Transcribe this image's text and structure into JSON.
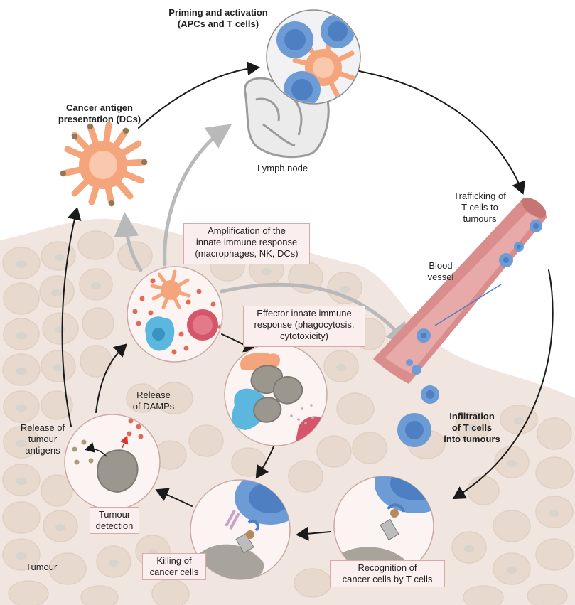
{
  "labels": {
    "priming": [
      "Priming and activation",
      "(APCs and T cells)"
    ],
    "antigen_presentation": [
      "Cancer antigen",
      "presentation (DCs)"
    ],
    "lymph_node": "Lymph node",
    "trafficking": [
      "Trafficking of",
      "T cells to",
      "tumours"
    ],
    "blood_vessel": [
      "Blood",
      "vessel"
    ],
    "amplification": [
      "Amplification of the",
      "innate immune response",
      "(macrophages, NK, DCs)"
    ],
    "effector": [
      "Effector innate immune",
      "response (phagocytosis,",
      "cytotoxicity)"
    ],
    "release_damps": [
      "Release",
      "of DAMPs"
    ],
    "release_antigens": [
      "Release of",
      "tumour",
      "antigens"
    ],
    "infiltration": [
      "Infiltration",
      "of T cells",
      "into tumours"
    ],
    "tumour_detection": [
      "Tumour",
      "detection"
    ],
    "killing": [
      "Killing of",
      "cancer cells"
    ],
    "recognition": [
      "Recognition of",
      "cancer cells by T cells"
    ],
    "tumour": "Tumour"
  },
  "colors": {
    "tissue": "#f1e6df",
    "tissue_cell": "#e8d9cf",
    "nucleus": "#d7d3cd",
    "dendritic_cell": "#f4a57c",
    "t_cell": "#6c9bd6",
    "blood_vessel": "#d98d8c",
    "gray_arrow": "#b9b9b9",
    "black_arrow": "#1a1a1a",
    "tumour_cell": "#9b978f",
    "damp_dot": "#e06a5a",
    "label_box": "#fbeeee",
    "label_border": "#d8a9a9"
  }
}
